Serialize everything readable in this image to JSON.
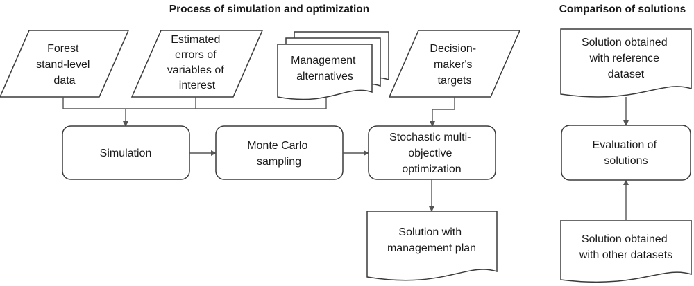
{
  "titles": {
    "left": "Process of simulation and optimization",
    "right": "Comparison of solutions"
  },
  "inputs": {
    "forest": [
      "Forest",
      "stand-level",
      "data"
    ],
    "errors": [
      "Estimated",
      "errors of",
      "variables of",
      "interest"
    ],
    "alternatives": [
      "Management",
      "alternatives"
    ],
    "targets": [
      "Decision-",
      "maker's",
      "targets"
    ]
  },
  "process": {
    "simulation": [
      "Simulation"
    ],
    "monte_carlo": [
      "Monte Carlo",
      "sampling"
    ],
    "optimization": [
      "Stochastic multi-",
      "objective",
      "optimization"
    ]
  },
  "outputs": {
    "plan": [
      "Solution with",
      "management plan"
    ]
  },
  "comparison": {
    "reference": [
      "Solution obtained",
      "with reference",
      "dataset"
    ],
    "evaluation": [
      "Evaluation of",
      "solutions"
    ],
    "other": [
      "Solution obtained",
      "with other datasets"
    ]
  },
  "colors": {
    "stroke": "#3a3a3a",
    "connector": "#555555",
    "text": "#1a1a1a"
  }
}
